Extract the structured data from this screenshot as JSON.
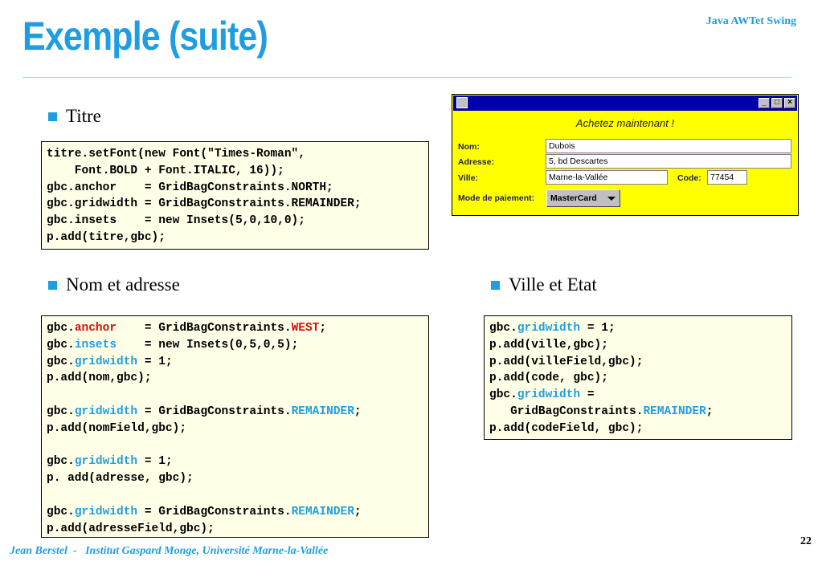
{
  "slide": {
    "title": "Exemple (suite)",
    "header_right": "Java AWTet Swing",
    "page_number": "22",
    "footer": "Jean Berstel  -   Institut Gaspard Monge, Université Marne-la-Vallée",
    "accent_color": "#1e9ee0"
  },
  "bullets": {
    "titre": "Titre",
    "nom": "Nom et adresse",
    "ville": "Ville et Etat"
  },
  "code_titre": [
    "titre.setFont(new Font(\"Times-Roman\",",
    "    Font.BOLD + Font.ITALIC, 16));",
    "gbc.anchor    = GridBagConstraints.NORTH;",
    "gbc.gridwidth = GridBagConstraints.REMAINDER;",
    "gbc.insets    = new Insets(5,0,10,0);",
    "p.add(titre,gbc);"
  ],
  "code_nom": {
    "gbc": "gbc.",
    "anchor": "anchor",
    "anchor_pad": "    = GridBagConstraints.",
    "west": "WEST",
    "semi": ";",
    "insets": "insets",
    "insets_rest": "    = new Insets(0,5,0,5);",
    "gridwidth": "gridwidth",
    "gw_one": " = 1;",
    "add_nom": "p.add(nom,gbc);",
    "gw_gbc": " = GridBagConstraints.",
    "remainder": "REMAINDER",
    "add_nomfield": "p.add(nomField,gbc);",
    "add_adresse": "p. add(adresse, gbc);",
    "add_adressefield": "p.add(adresseField,gbc);"
  },
  "code_ville": {
    "gbc": "gbc.",
    "gridwidth": "gridwidth",
    "gw_one": " = 1;",
    "add_ville": "p.add(ville,gbc);",
    "add_villefield": "p.add(villeField,gbc);",
    "add_code": "p.add(code, gbc);",
    "gw_eq": " =",
    "gbc_class": "   GridBagConstraints.",
    "remainder": "REMAINDER",
    "semi": ";",
    "add_codefield": "p.add(codeField, gbc);"
  },
  "window": {
    "heading": "Achetez maintenant !",
    "labels": {
      "nom": "Nom:",
      "adresse": "Adresse:",
      "ville": "Ville:",
      "code": "Code:",
      "paiement": "Mode de paiement:"
    },
    "values": {
      "nom": "Dubois",
      "adresse": "5, bd Descartes",
      "ville": "Marne-la-Vallée",
      "code": "77454"
    },
    "payment_selected": "MasterCard",
    "buttons": {
      "minimize": "_",
      "maximize": "□",
      "close": "×"
    },
    "background_color": "#ffff00",
    "titlebar_color": "#0000a8"
  }
}
